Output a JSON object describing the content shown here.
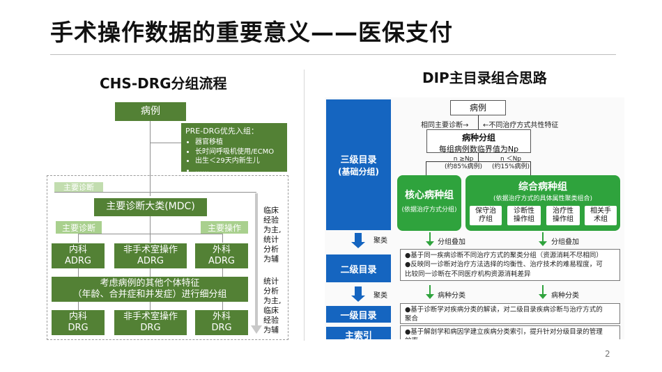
{
  "slide": {
    "title": "手术操作数据的重要意义——医保支付",
    "page_number": "2"
  },
  "left": {
    "heading": "CHS-DRG分组流程",
    "case": "病例",
    "pre_drg": {
      "title": "PRE-DRG优先入组：",
      "items": [
        "器官移植",
        "长时间呼吸机使用/ECMO",
        "出生＜29天内新生儿",
        "……"
      ]
    },
    "faded_label": "主要诊断",
    "mdc": "主要诊断大类(MDC)",
    "branch_left": "主要诊断",
    "branch_right": "主要操作",
    "adrg": [
      {
        "line1": "内科",
        "line2": "ADRG"
      },
      {
        "line1": "非手术室操作",
        "line2": "ADRG"
      },
      {
        "line1": "外科",
        "line2": "ADRG"
      }
    ],
    "detail": {
      "line1": "考虑病例的其他个体特征",
      "line2": "（年龄、合并症和并发症）进行细分组"
    },
    "drg": [
      {
        "line1": "内科",
        "line2": "DRG"
      },
      {
        "line1": "非手术室操作",
        "line2": "DRG"
      },
      {
        "line1": "外科",
        "line2": "DRG"
      }
    ],
    "side_note_1": [
      "临床",
      "经验",
      "为主,",
      "统计",
      "分析",
      "为辅"
    ],
    "side_note_2": [
      "统计",
      "分析",
      "为主,",
      "临床",
      "经验",
      "为辅"
    ]
  },
  "right": {
    "heading": "DIP主目录组合思路",
    "case": "病例",
    "left_label": "相同主要诊断→",
    "right_label": "←不同治疗方式共性特征",
    "disease_group": "病种分组",
    "np_line": "每组病例数临界值为Np",
    "n_ge": "n ≥Np",
    "n_ge_pct": "(约85%病例)",
    "n_lt": "n ＜Np",
    "n_lt_pct": "(约15%病例)",
    "tier3": {
      "line1": "三级目录",
      "line2": "(基础分组)"
    },
    "core_group": {
      "title": "核心病种组",
      "sub": "(依据治疗方式分组)"
    },
    "combined_group": {
      "title": "综合病种组",
      "sub": "(依据治疗方式的具体属性聚类组合)"
    },
    "sub_boxes": [
      {
        "line1": "保守治",
        "line2": "疗组"
      },
      {
        "line1": "诊断性",
        "line2": "操作组"
      },
      {
        "line1": "治疗性",
        "line2": "操作组"
      },
      {
        "line1": "相关手",
        "line2": "术组"
      }
    ],
    "cluster": "聚类",
    "merge_1": "分组叠加",
    "merge_2": "分组叠加",
    "tier2": "二级目录",
    "tier2_text": [
      "●基于同一疾病诊断不同治疗方式的聚类分组（资源消耗不尽相同）",
      "●反映同一诊断对治疗方法选择的均衡性、治疗技术的难易程度，可",
      "比较同一诊断在不同医疗机构资源消耗差异"
    ],
    "cluster_2": "聚类",
    "disease_class_1": "病种分类",
    "disease_class_2": "病种分类",
    "tier1": "一级目录",
    "tier1_text": [
      "●基于诊断学对疾病分类的解读，对二级目录疾病诊断与治疗方式的",
      "聚合"
    ],
    "main_index": "主索引",
    "main_index_text": [
      "●基于解剖学和病因学建立疾病分类索引，提升针对分级目录的管理",
      "效率"
    ]
  },
  "colors": {
    "dark_green": "#538135",
    "light_green": "#a9d08e",
    "blue": "#1565c0",
    "bright_green": "#2fa33d"
  }
}
